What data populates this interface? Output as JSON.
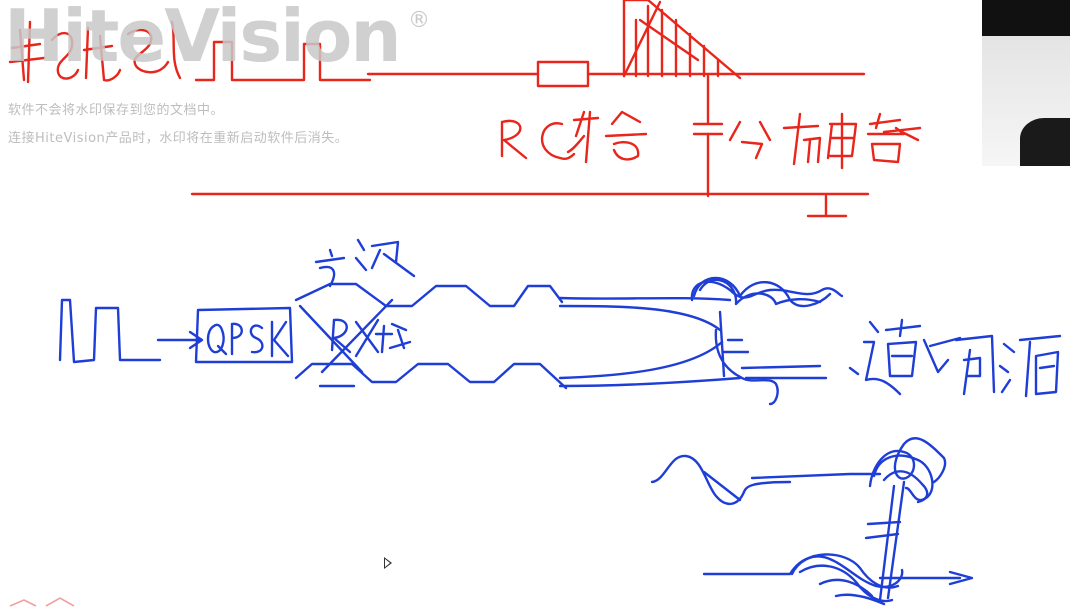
{
  "watermark": {
    "brand": "HiteVision",
    "registered": "®",
    "line1": "软件不会将水印保存到您的文档中。",
    "line2": "连接HiteVision产品时，水印将在重新启动软件后消失。"
  },
  "colors": {
    "background": "#ffffff",
    "red_ink": "#e8261c",
    "blue_ink": "#1f3ed6",
    "watermark": "#c8c8c8"
  },
  "camera": {
    "icon": "camera-preview-thumbnail"
  },
  "cursor": {
    "icon": "pointer-cursor-icon"
  }
}
